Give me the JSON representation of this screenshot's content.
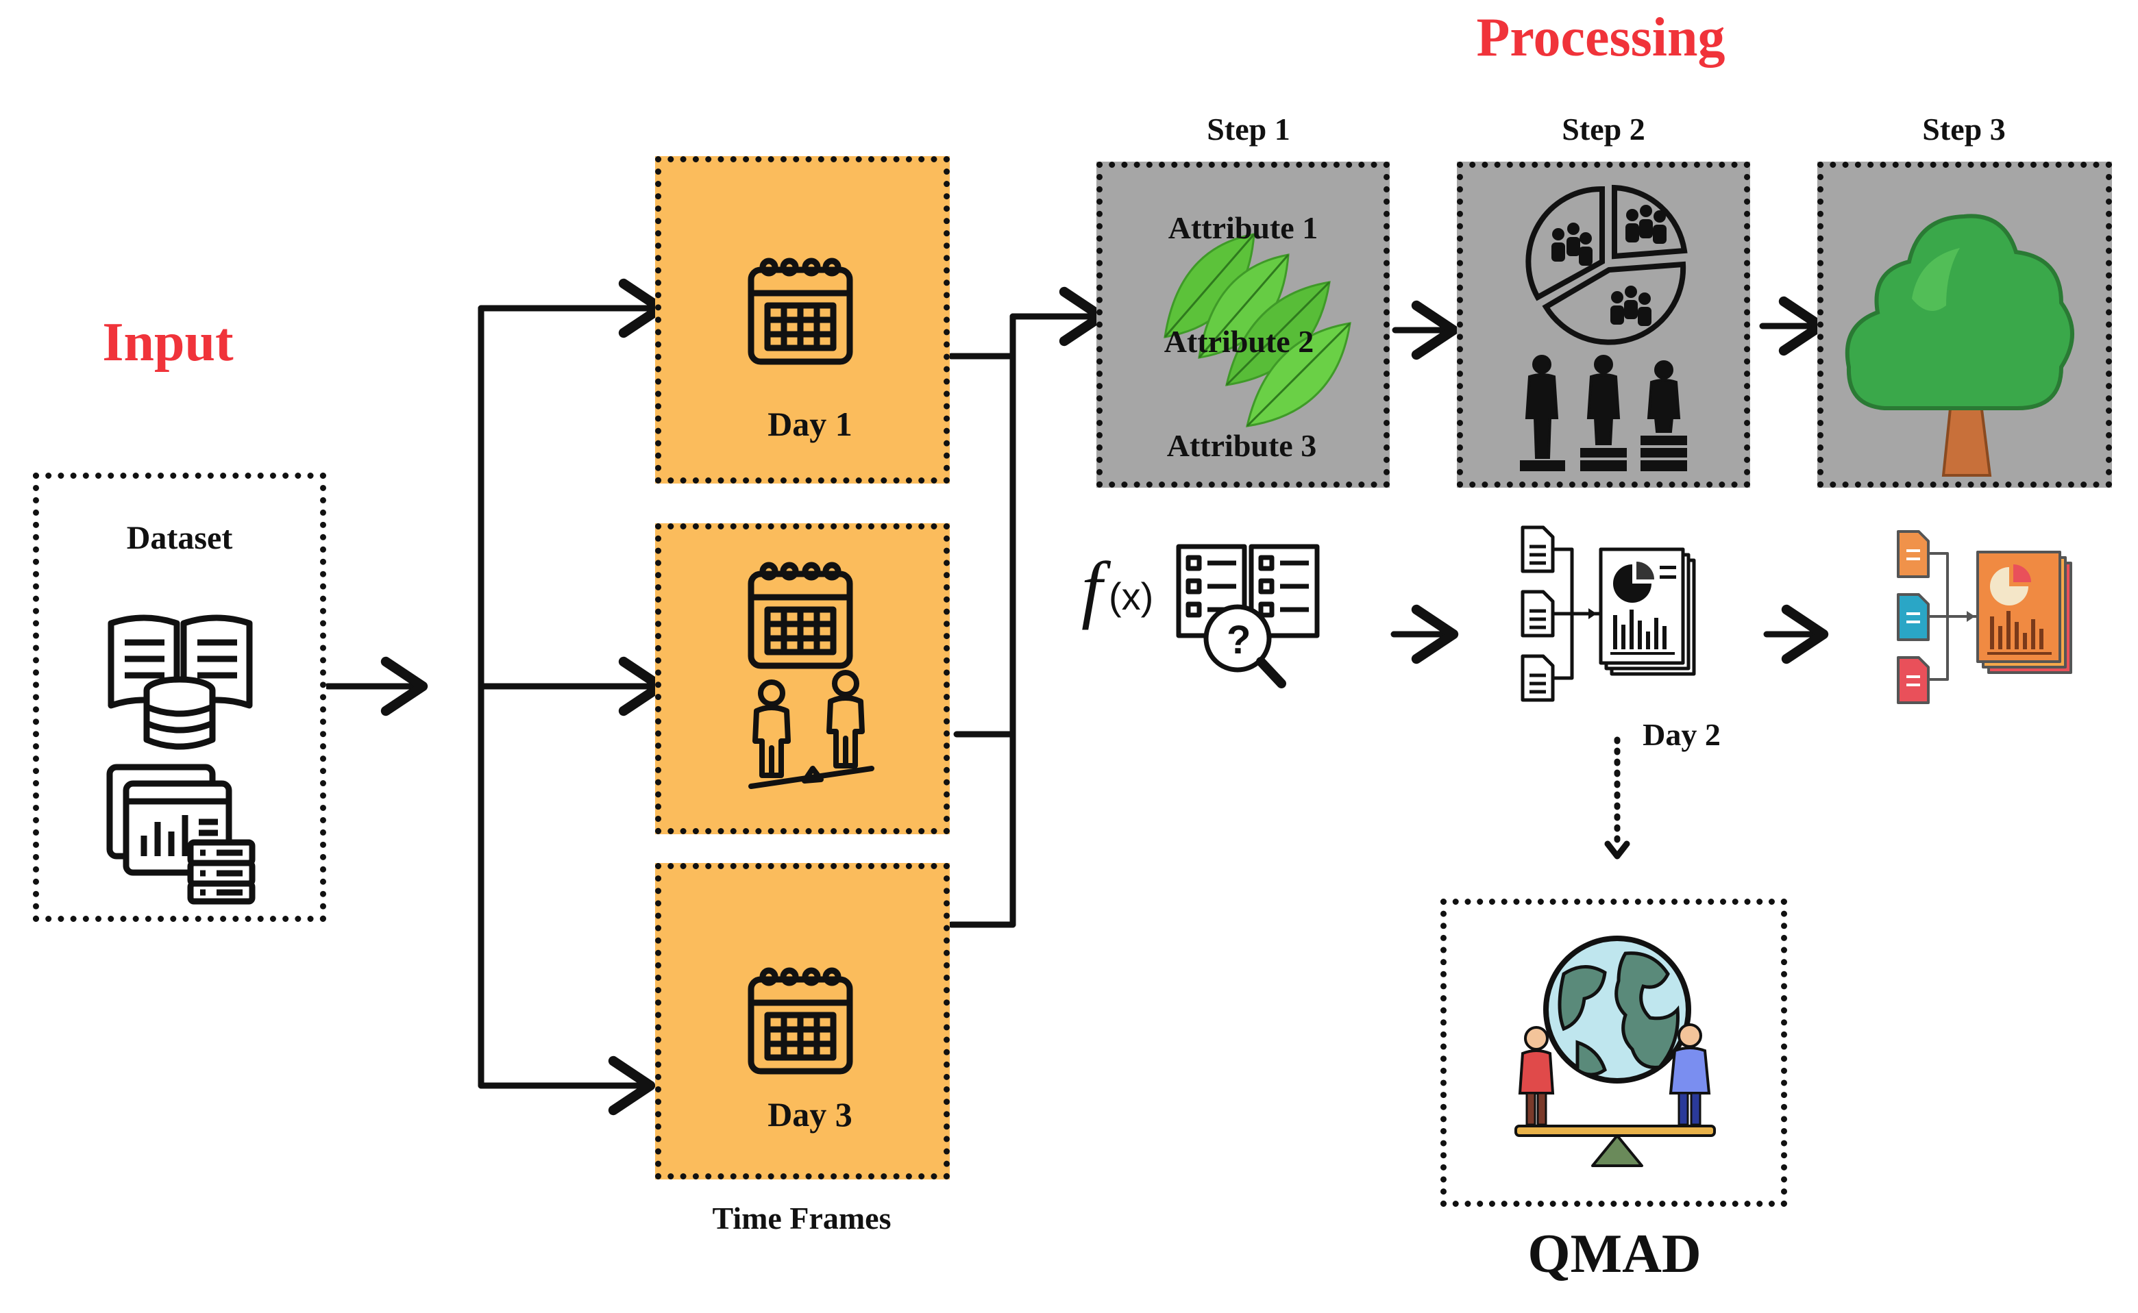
{
  "titles": {
    "input": "Input",
    "processing": "Processing",
    "qmad": "QMAD"
  },
  "dataset": {
    "label": "Dataset"
  },
  "time_frames": {
    "label": "Time Frames",
    "day1": "Day 1",
    "day3": "Day 3"
  },
  "steps": {
    "step1": "Step 1",
    "step2": "Step 2",
    "step3": "Step 3"
  },
  "attributes": [
    "Attribute 1",
    "Attribute 2",
    "Attribute 3"
  ],
  "day2_label": "Day 2",
  "colors": {
    "title_red": "#f0333a",
    "frame_orange": "#fbbc5c",
    "step_grey": "#a6a6a6",
    "leaf_green": "#5cc23a",
    "tree_green": "#3aa84a",
    "trunk_brown": "#c8703a"
  },
  "icons": [
    "database-icon",
    "calendar-icon",
    "balance-people-icon",
    "leaves-icon",
    "pie-people-icon",
    "podium-icon",
    "tree-icon",
    "function-search-icon",
    "report-docs-icon",
    "colored-report-icon",
    "globe-balance-icon"
  ]
}
